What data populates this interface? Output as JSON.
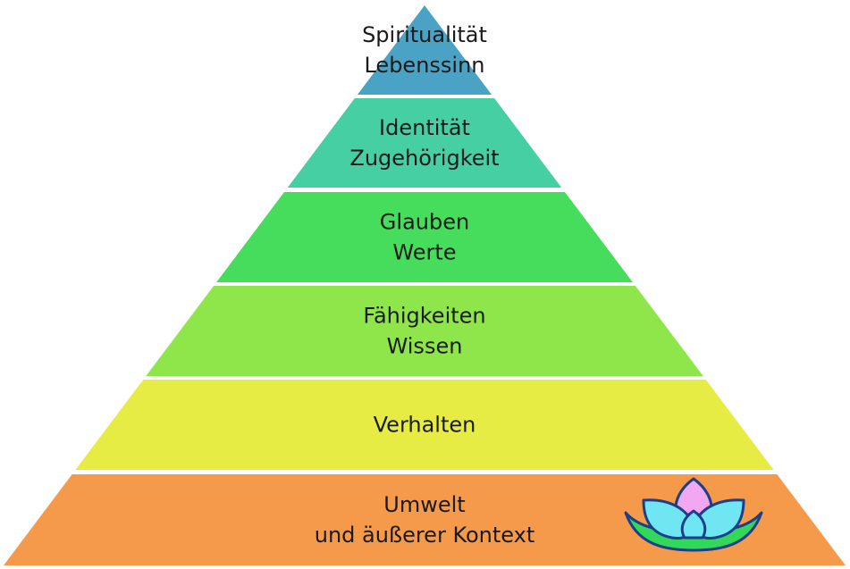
{
  "levels": [
    {
      "lines": [
        "Spiritualität",
        "Lebenssinn"
      ],
      "color": "#4aa3c4"
    },
    {
      "lines": [
        "Identität",
        "Zugehörigkeit"
      ],
      "color": "#45cfa3"
    },
    {
      "lines": [
        "Glauben",
        "Werte"
      ],
      "color": "#46dc5c"
    },
    {
      "lines": [
        "Fähigkeiten",
        "Wissen"
      ],
      "color": "#8ee64a"
    },
    {
      "lines": [
        "Verhalten"
      ],
      "color": "#e6ec44"
    },
    {
      "lines": [
        "Umwelt",
        "und äußerer Kontext"
      ],
      "color": "#f59a4b"
    }
  ],
  "lotus_icon": {
    "name": "lotus-icon",
    "colors": {
      "petal_top": "#f2a8f0",
      "petals": "#6fe6f2",
      "leaves": "#31d85a",
      "outline": "#1d3f8a"
    }
  }
}
